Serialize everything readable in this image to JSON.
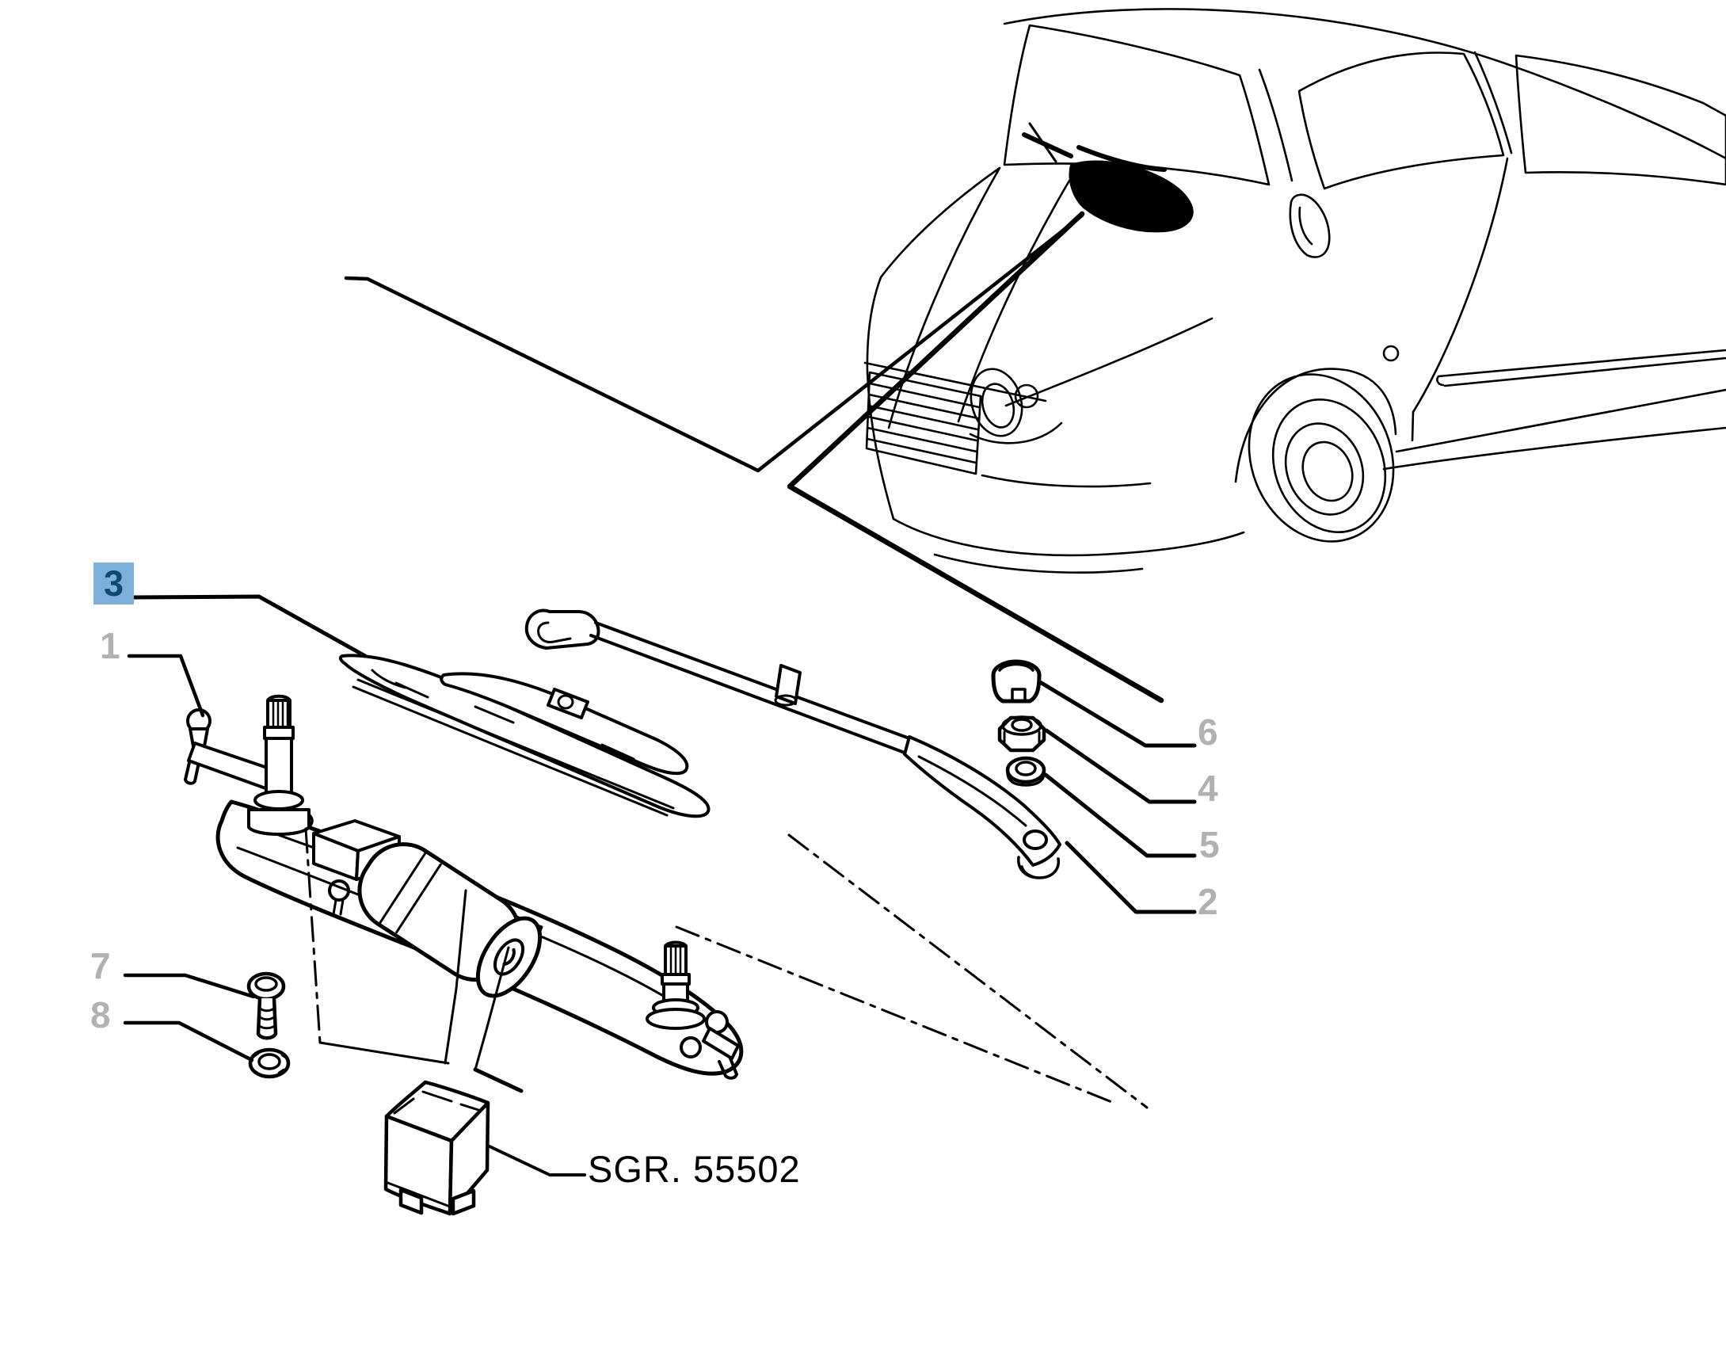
{
  "callouts": {
    "c1": {
      "label": "1",
      "highlighted": false
    },
    "c2": {
      "label": "2",
      "highlighted": false
    },
    "c3": {
      "label": "3",
      "highlighted": true
    },
    "c4": {
      "label": "4",
      "highlighted": false
    },
    "c5": {
      "label": "5",
      "highlighted": false
    },
    "c6": {
      "label": "6",
      "highlighted": false
    },
    "c7": {
      "label": "7",
      "highlighted": false
    },
    "c8": {
      "label": "8",
      "highlighted": false
    }
  },
  "group_ref": {
    "label": "SGR. 55502"
  },
  "colors": {
    "background": "#ffffff",
    "line_ink": "#000000",
    "callout_gray": "#b1b1b1",
    "highlight_bg": "#7db0d8",
    "highlight_text": "#0f4870"
  }
}
